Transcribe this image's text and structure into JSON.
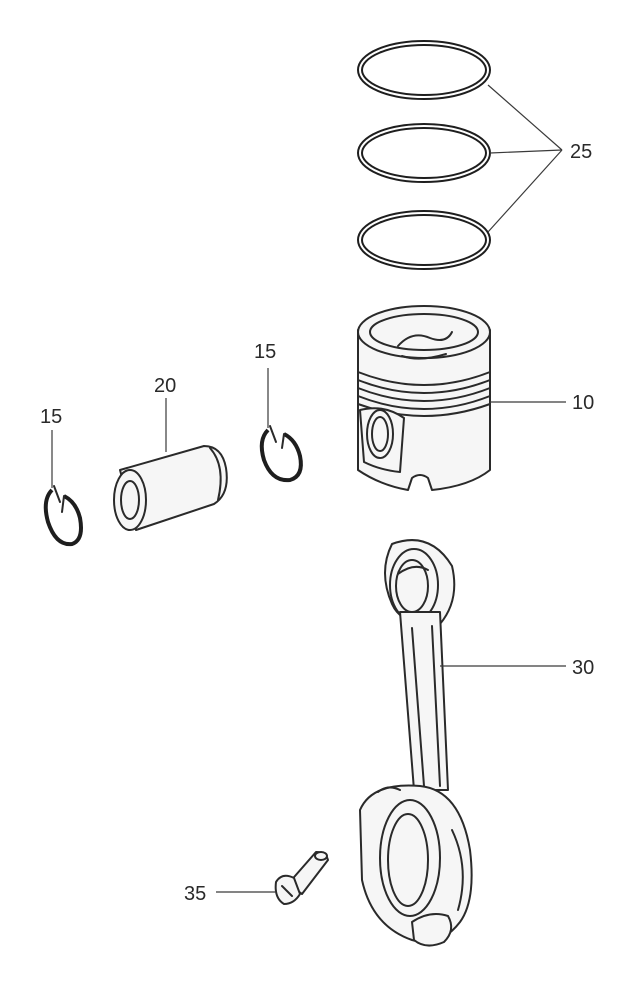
{
  "callouts": {
    "piston": "10",
    "pin_clip_left": "15",
    "pin_clip_right": "15",
    "piston_pin": "20",
    "piston_rings": "25",
    "connecting_rod": "30",
    "rod_bolt": "35"
  }
}
